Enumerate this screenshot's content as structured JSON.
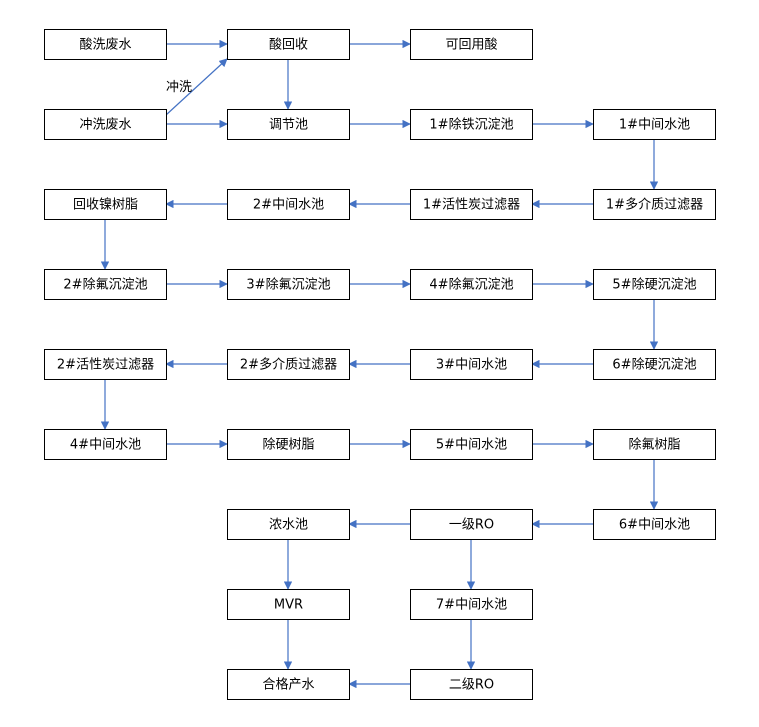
{
  "diagram": {
    "colors": {
      "arrow": "#4472C4",
      "box_border": "#000000",
      "text": "#000000",
      "background": "#ffffff"
    },
    "nodes": [
      {
        "id": "acid-wastewater",
        "label": "酸洗废水"
      },
      {
        "id": "acid-recovery",
        "label": "酸回收"
      },
      {
        "id": "recyclable-acid",
        "label": "可回用酸"
      },
      {
        "id": "rinse-wastewater",
        "label": "冲洗废水"
      },
      {
        "id": "regulating-tank",
        "label": "调节池"
      },
      {
        "id": "iron-removal-tank-1",
        "label": "1#除铁沉淀池"
      },
      {
        "id": "intermediate-tank-1",
        "label": "1#中间水池"
      },
      {
        "id": "nickel-recovery-resin",
        "label": "回收镍树脂"
      },
      {
        "id": "intermediate-tank-2",
        "label": "2#中间水池"
      },
      {
        "id": "activated-carbon-filter-1",
        "label": "1#活性炭过滤器"
      },
      {
        "id": "multimedia-filter-1",
        "label": "1#多介质过滤器"
      },
      {
        "id": "fluoride-removal-tank-2",
        "label": "2#除氟沉淀池"
      },
      {
        "id": "fluoride-removal-tank-3",
        "label": "3#除氟沉淀池"
      },
      {
        "id": "fluoride-removal-tank-4",
        "label": "4#除氟沉淀池"
      },
      {
        "id": "hardness-removal-tank-5",
        "label": "5#除硬沉淀池"
      },
      {
        "id": "activated-carbon-filter-2",
        "label": "2#活性炭过滤器"
      },
      {
        "id": "multimedia-filter-2",
        "label": "2#多介质过滤器"
      },
      {
        "id": "intermediate-tank-3",
        "label": "3#中间水池"
      },
      {
        "id": "hardness-removal-tank-6",
        "label": "6#除硬沉淀池"
      },
      {
        "id": "intermediate-tank-4",
        "label": "4#中间水池"
      },
      {
        "id": "hardness-removal-resin",
        "label": "除硬树脂"
      },
      {
        "id": "intermediate-tank-5",
        "label": "5#中间水池"
      },
      {
        "id": "fluoride-removal-resin",
        "label": "除氟树脂"
      },
      {
        "id": "concentrate-tank",
        "label": "浓水池"
      },
      {
        "id": "primary-ro",
        "label": "一级RO"
      },
      {
        "id": "intermediate-tank-6",
        "label": "6#中间水池"
      },
      {
        "id": "mvr",
        "label": "MVR"
      },
      {
        "id": "intermediate-tank-7",
        "label": "7#中间水池"
      },
      {
        "id": "qualified-water",
        "label": "合格产水"
      },
      {
        "id": "secondary-ro",
        "label": "二级RO"
      }
    ],
    "edges": [
      {
        "from": "acid-wastewater",
        "to": "acid-recovery"
      },
      {
        "from": "acid-recovery",
        "to": "recyclable-acid"
      },
      {
        "from": "rinse-wastewater",
        "to": "acid-recovery",
        "label": "冲洗"
      },
      {
        "from": "acid-recovery",
        "to": "regulating-tank"
      },
      {
        "from": "rinse-wastewater",
        "to": "regulating-tank"
      },
      {
        "from": "regulating-tank",
        "to": "iron-removal-tank-1"
      },
      {
        "from": "iron-removal-tank-1",
        "to": "intermediate-tank-1"
      },
      {
        "from": "intermediate-tank-1",
        "to": "multimedia-filter-1"
      },
      {
        "from": "multimedia-filter-1",
        "to": "activated-carbon-filter-1"
      },
      {
        "from": "activated-carbon-filter-1",
        "to": "intermediate-tank-2"
      },
      {
        "from": "intermediate-tank-2",
        "to": "nickel-recovery-resin"
      },
      {
        "from": "nickel-recovery-resin",
        "to": "fluoride-removal-tank-2"
      },
      {
        "from": "fluoride-removal-tank-2",
        "to": "fluoride-removal-tank-3"
      },
      {
        "from": "fluoride-removal-tank-3",
        "to": "fluoride-removal-tank-4"
      },
      {
        "from": "fluoride-removal-tank-4",
        "to": "hardness-removal-tank-5"
      },
      {
        "from": "hardness-removal-tank-5",
        "to": "hardness-removal-tank-6"
      },
      {
        "from": "hardness-removal-tank-6",
        "to": "intermediate-tank-3"
      },
      {
        "from": "intermediate-tank-3",
        "to": "multimedia-filter-2"
      },
      {
        "from": "multimedia-filter-2",
        "to": "activated-carbon-filter-2"
      },
      {
        "from": "activated-carbon-filter-2",
        "to": "intermediate-tank-4"
      },
      {
        "from": "intermediate-tank-4",
        "to": "hardness-removal-resin"
      },
      {
        "from": "hardness-removal-resin",
        "to": "intermediate-tank-5"
      },
      {
        "from": "intermediate-tank-5",
        "to": "fluoride-removal-resin"
      },
      {
        "from": "fluoride-removal-resin",
        "to": "intermediate-tank-6"
      },
      {
        "from": "intermediate-tank-6",
        "to": "primary-ro"
      },
      {
        "from": "primary-ro",
        "to": "concentrate-tank"
      },
      {
        "from": "primary-ro",
        "to": "intermediate-tank-7"
      },
      {
        "from": "concentrate-tank",
        "to": "mvr"
      },
      {
        "from": "intermediate-tank-7",
        "to": "secondary-ro"
      },
      {
        "from": "mvr",
        "to": "qualified-water"
      },
      {
        "from": "secondary-ro",
        "to": "qualified-water"
      }
    ]
  }
}
